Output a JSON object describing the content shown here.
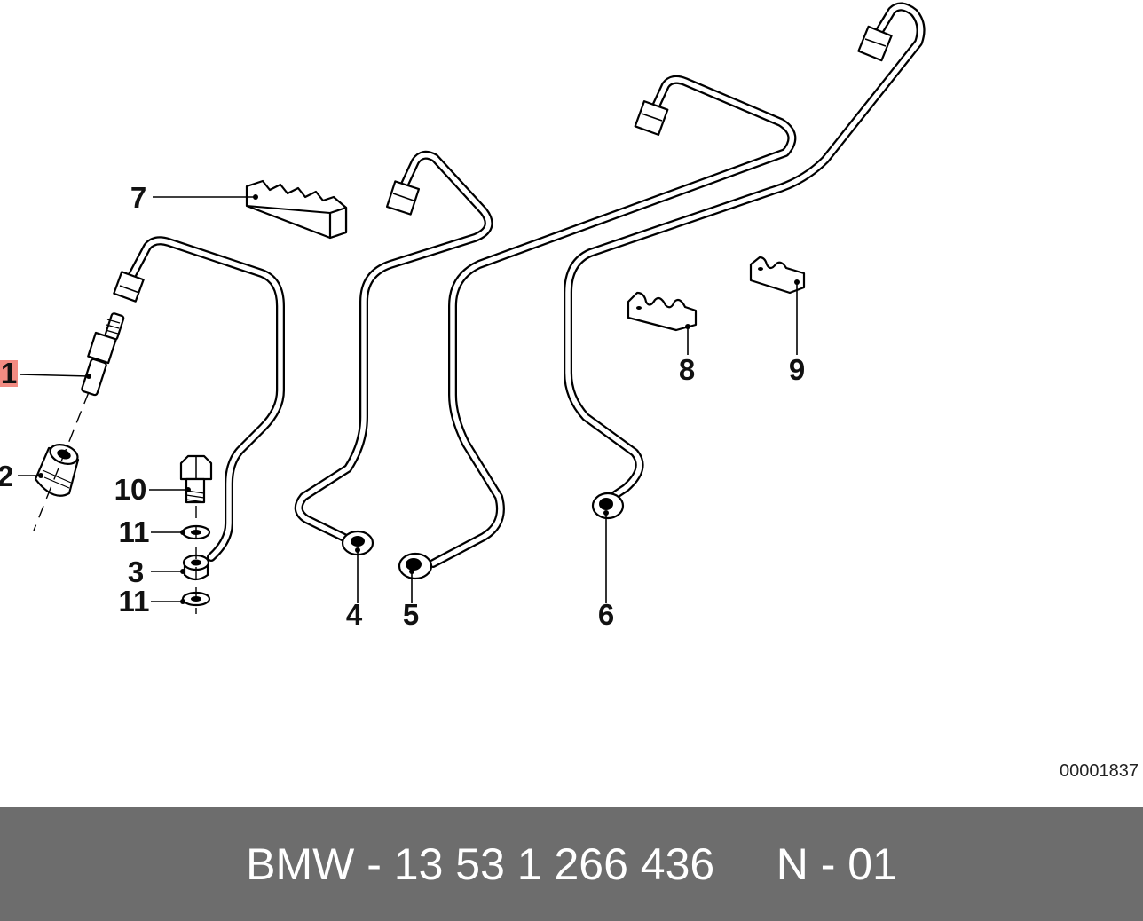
{
  "diagram": {
    "callouts": [
      {
        "id": "1",
        "label": "1",
        "highlighted": true
      },
      {
        "id": "2",
        "label": "2"
      },
      {
        "id": "3",
        "label": "3"
      },
      {
        "id": "4",
        "label": "4"
      },
      {
        "id": "5",
        "label": "5"
      },
      {
        "id": "6",
        "label": "6"
      },
      {
        "id": "7",
        "label": "7"
      },
      {
        "id": "8",
        "label": "8"
      },
      {
        "id": "9",
        "label": "9"
      },
      {
        "id": "10",
        "label": "10"
      },
      {
        "id": "11a",
        "label": "11"
      },
      {
        "id": "11b",
        "label": "11"
      }
    ],
    "reference_code": "00001837",
    "highlight_color": "#f28b82"
  },
  "footer": {
    "brand": "BMW",
    "part_number": "13 53 1 266 436",
    "variant": "N - 01",
    "background_color": "#6d6d6d"
  }
}
